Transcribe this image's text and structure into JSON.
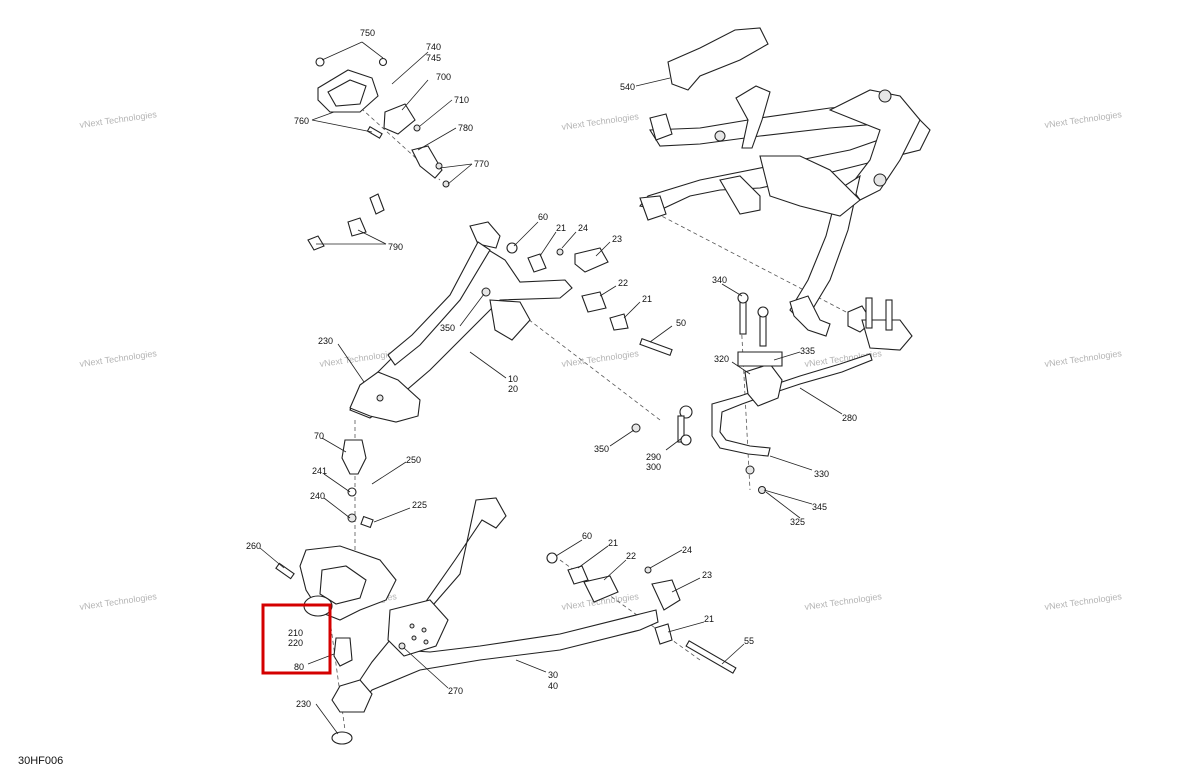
{
  "diagram": {
    "code": "30HF006",
    "watermark": "vNext Technologies",
    "highlight_color": "#d40000",
    "callouts": [
      {
        "id": "c750",
        "text": "750"
      },
      {
        "id": "c740",
        "text": "740"
      },
      {
        "id": "c745",
        "text": "745"
      },
      {
        "id": "c700",
        "text": "700"
      },
      {
        "id": "c710",
        "text": "710"
      },
      {
        "id": "c760",
        "text": "760"
      },
      {
        "id": "c780",
        "text": "780"
      },
      {
        "id": "c770",
        "text": "770"
      },
      {
        "id": "c790",
        "text": "790"
      },
      {
        "id": "c540",
        "text": "540"
      },
      {
        "id": "c60a",
        "text": "60"
      },
      {
        "id": "c21a",
        "text": "21"
      },
      {
        "id": "c24a",
        "text": "24"
      },
      {
        "id": "c23a",
        "text": "23"
      },
      {
        "id": "c22a",
        "text": "22"
      },
      {
        "id": "c21b",
        "text": "21"
      },
      {
        "id": "c50",
        "text": "50"
      },
      {
        "id": "c350a",
        "text": "350"
      },
      {
        "id": "c230a",
        "text": "230"
      },
      {
        "id": "c10",
        "text": "10"
      },
      {
        "id": "c20",
        "text": "20"
      },
      {
        "id": "c340",
        "text": "340"
      },
      {
        "id": "c320",
        "text": "320"
      },
      {
        "id": "c335",
        "text": "335"
      },
      {
        "id": "c280",
        "text": "280"
      },
      {
        "id": "c350b",
        "text": "350"
      },
      {
        "id": "c290",
        "text": "290"
      },
      {
        "id": "c300",
        "text": "300"
      },
      {
        "id": "c330",
        "text": "330"
      },
      {
        "id": "c345",
        "text": "345"
      },
      {
        "id": "c325",
        "text": "325"
      },
      {
        "id": "c70",
        "text": "70"
      },
      {
        "id": "c241",
        "text": "241"
      },
      {
        "id": "c250",
        "text": "250"
      },
      {
        "id": "c240",
        "text": "240"
      },
      {
        "id": "c225",
        "text": "225"
      },
      {
        "id": "c260",
        "text": "260"
      },
      {
        "id": "c210",
        "text": "210"
      },
      {
        "id": "c220",
        "text": "220"
      },
      {
        "id": "c80",
        "text": "80"
      },
      {
        "id": "c230b",
        "text": "230"
      },
      {
        "id": "c270",
        "text": "270"
      },
      {
        "id": "c30",
        "text": "30"
      },
      {
        "id": "c40",
        "text": "40"
      },
      {
        "id": "c60b",
        "text": "60"
      },
      {
        "id": "c21c",
        "text": "21"
      },
      {
        "id": "c22b",
        "text": "22"
      },
      {
        "id": "c24b",
        "text": "24"
      },
      {
        "id": "c23b",
        "text": "23"
      },
      {
        "id": "c21d",
        "text": "21"
      },
      {
        "id": "c55",
        "text": "55"
      }
    ]
  }
}
